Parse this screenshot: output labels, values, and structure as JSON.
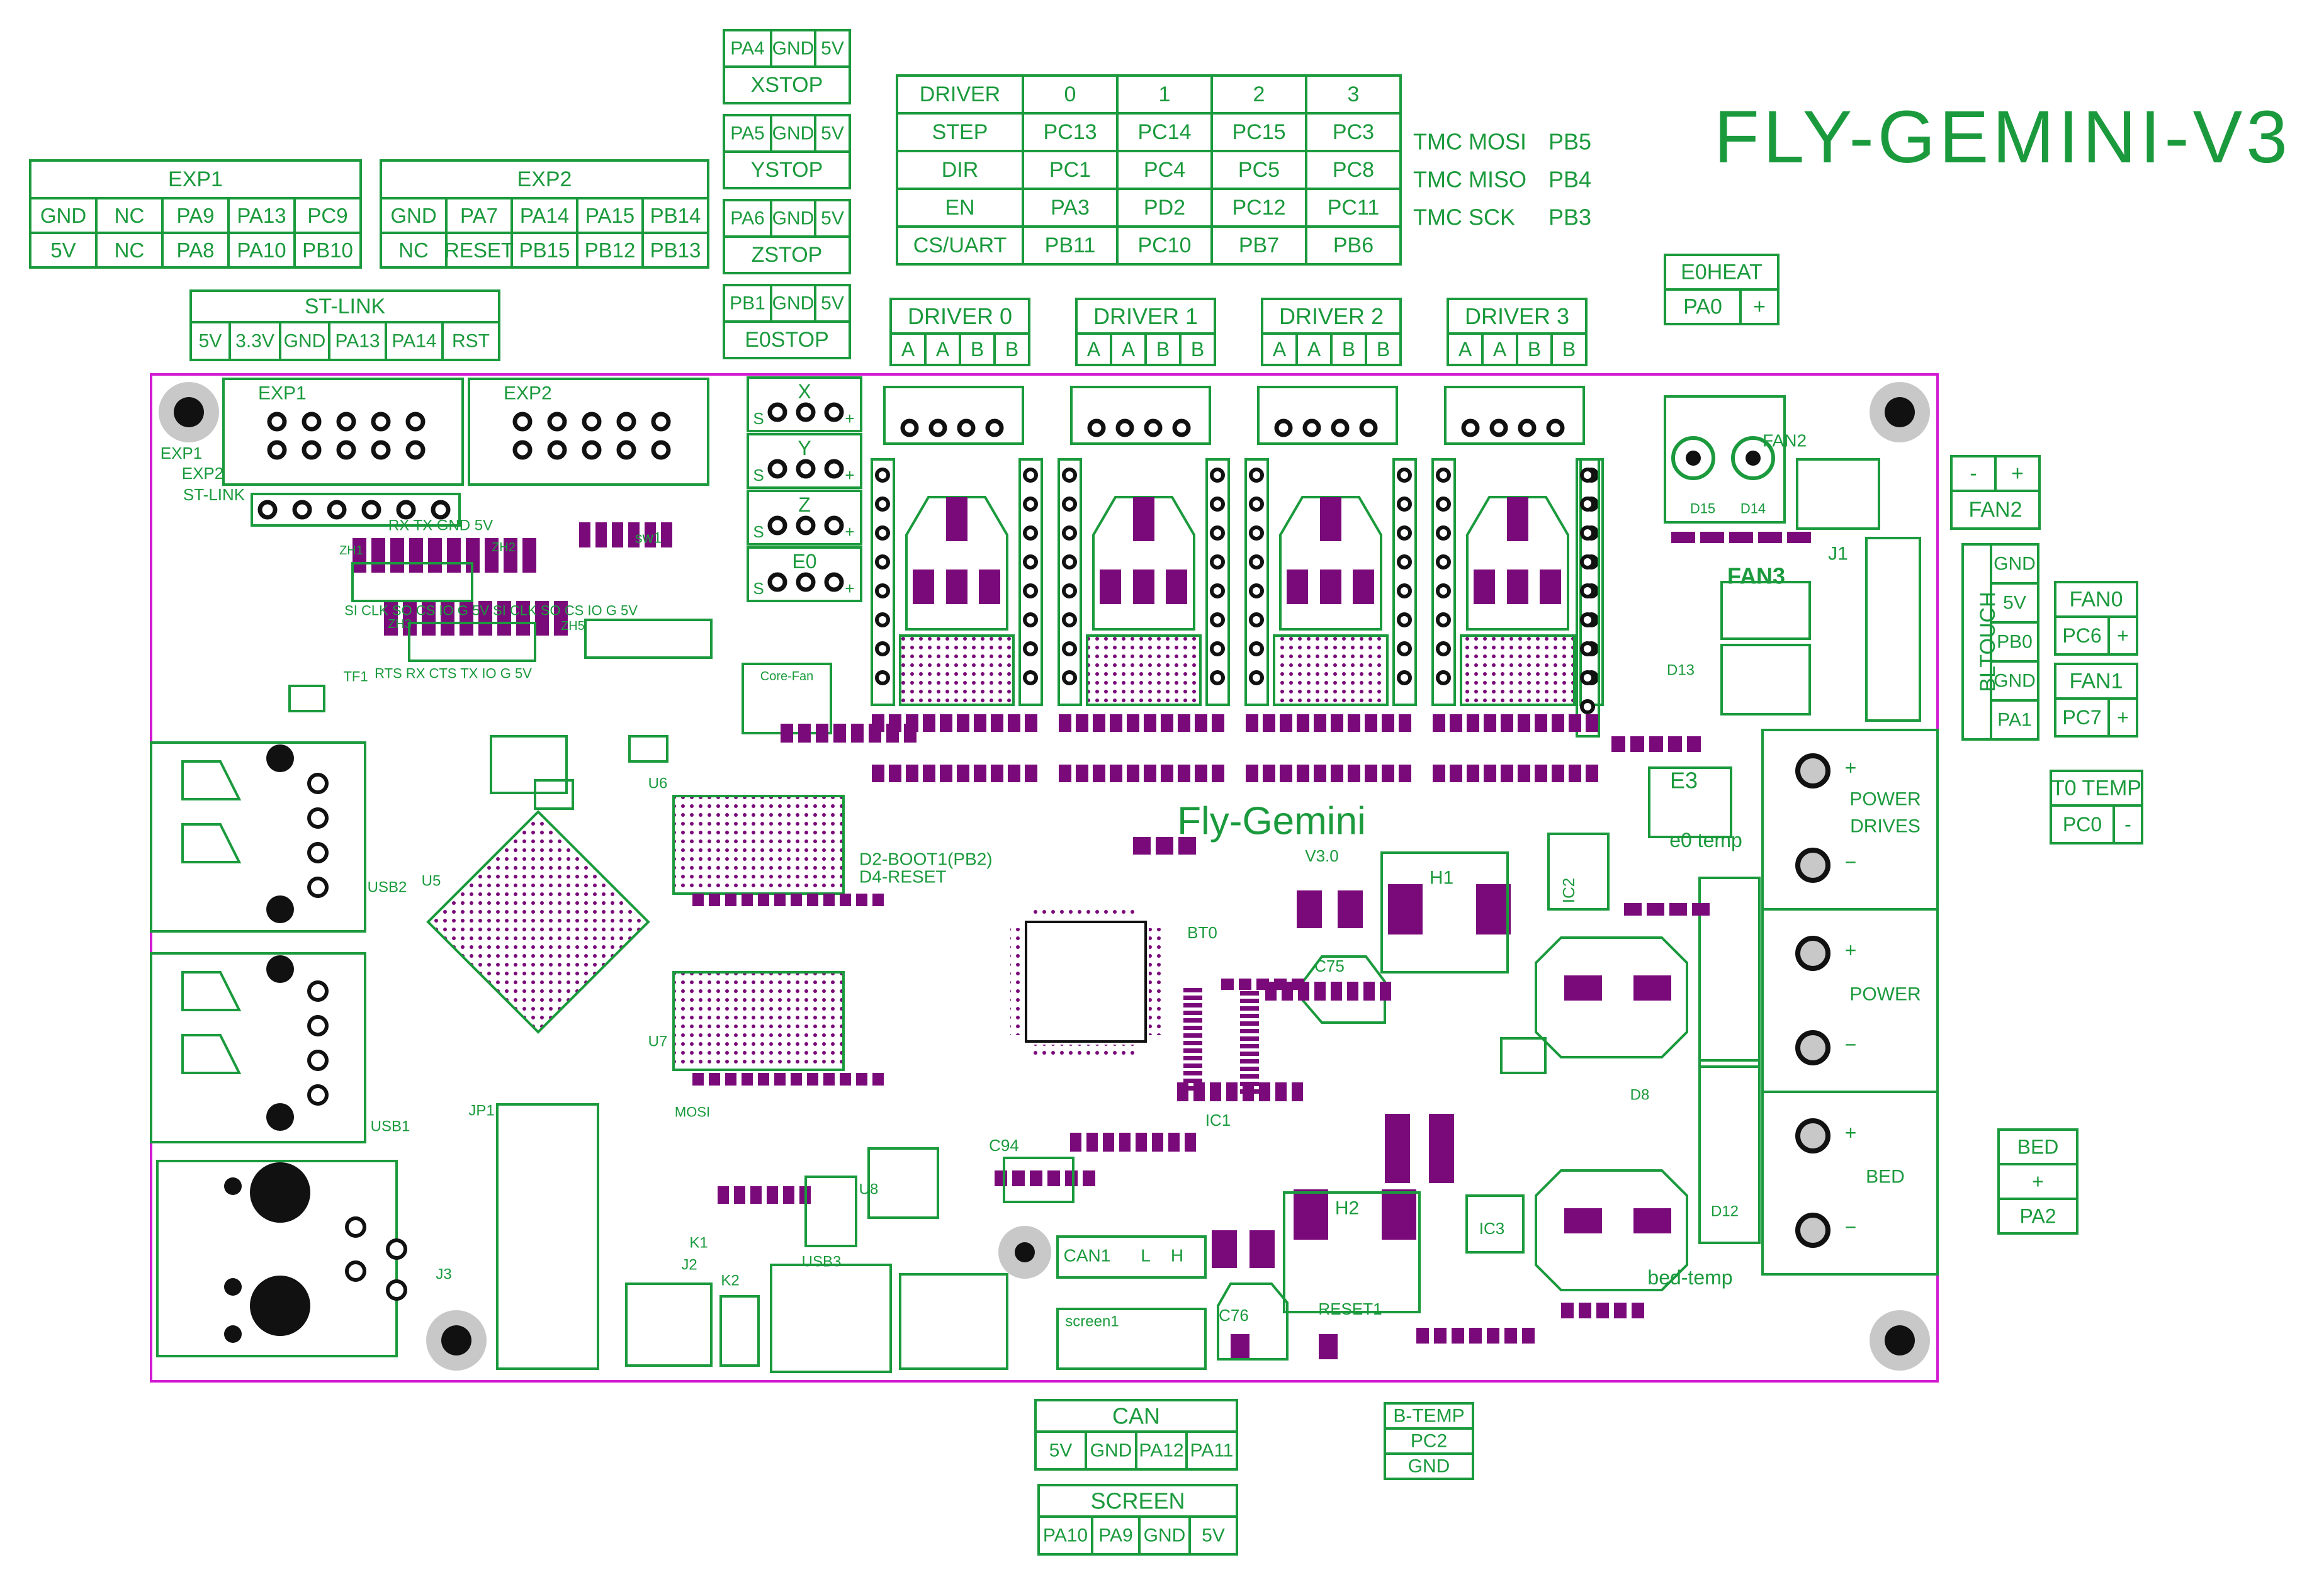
{
  "title": "FLY-GEMINI-V3",
  "colors": {
    "green": "#1a9a3c",
    "purple": "#7a0a7a",
    "board_outline": "#d21ad2",
    "pad_gray": "#c8c8c8",
    "black": "#111111"
  },
  "exp1": {
    "title": "EXP1",
    "rows": [
      [
        "GND",
        "NC",
        "PA9",
        "PA13",
        "PC9"
      ],
      [
        "5V",
        "NC",
        "PA8",
        "PA10",
        "PB10"
      ]
    ]
  },
  "exp2": {
    "title": "EXP2",
    "rows": [
      [
        "GND",
        "PA7",
        "PA14",
        "PA15",
        "PB14"
      ],
      [
        "NC",
        "RESET",
        "PB15",
        "PB12",
        "PB13"
      ]
    ]
  },
  "stlink": {
    "title": "ST-LINK",
    "pins": [
      "5V",
      "3.3V",
      "GND",
      "PA13",
      "PA14",
      "RST"
    ]
  },
  "endstops": [
    {
      "pins": [
        "PA4",
        "GND",
        "5V"
      ],
      "name": "XSTOP"
    },
    {
      "pins": [
        "PA5",
        "GND",
        "5V"
      ],
      "name": "YSTOP"
    },
    {
      "pins": [
        "PA6",
        "GND",
        "5V"
      ],
      "name": "ZSTOP"
    },
    {
      "pins": [
        "PB1",
        "GND",
        "5V"
      ],
      "name": "E0STOP"
    }
  ],
  "driver_table": {
    "header": [
      "DRIVER",
      "0",
      "1",
      "2",
      "3"
    ],
    "rows": [
      [
        "STEP",
        "PC13",
        "PC14",
        "PC15",
        "PC3"
      ],
      [
        "DIR",
        "PC1",
        "PC4",
        "PC5",
        "PC8"
      ],
      [
        "EN",
        "PA3",
        "PD2",
        "PC12",
        "PC11"
      ],
      [
        "CS/UART",
        "PB11",
        "PC10",
        "PB7",
        "PB6"
      ]
    ]
  },
  "tmc": [
    {
      "label": "TMC MOSI",
      "pin": "PB5"
    },
    {
      "label": "TMC MISO",
      "pin": "PB4"
    },
    {
      "label": "TMC SCK",
      "pin": "PB3"
    }
  ],
  "driver_boxes": [
    {
      "title": "DRIVER 0",
      "pins": [
        "A",
        "A",
        "B",
        "B"
      ]
    },
    {
      "title": "DRIVER 1",
      "pins": [
        "A",
        "A",
        "B",
        "B"
      ]
    },
    {
      "title": "DRIVER 2",
      "pins": [
        "A",
        "A",
        "B",
        "B"
      ]
    },
    {
      "title": "DRIVER 3",
      "pins": [
        "A",
        "A",
        "B",
        "B"
      ]
    }
  ],
  "e0heat": {
    "title": "E0HEAT",
    "pins": [
      "PA0",
      "+"
    ]
  },
  "fan2_box": {
    "pins": [
      "-",
      "+"
    ],
    "title": "FAN2"
  },
  "bltouch": {
    "title": "BLTOUCH",
    "pins": [
      "GND",
      "5V",
      "PB0",
      "GND",
      "PA1"
    ]
  },
  "fan0": {
    "title": "FAN0",
    "pins": [
      "PC6",
      "+"
    ]
  },
  "fan1": {
    "title": "FAN1",
    "pins": [
      "PC7",
      "+"
    ]
  },
  "t0temp": {
    "title": "T0 TEMP",
    "pins": [
      "PC0",
      "-"
    ]
  },
  "bed_box": {
    "title": "BED",
    "rows": [
      "+",
      "PA2"
    ]
  },
  "can_box": {
    "title": "CAN",
    "pins": [
      "5V",
      "GND",
      "PA12",
      "PA11"
    ]
  },
  "screen_box": {
    "title": "SCREEN",
    "pins": [
      "PA10",
      "PA9",
      "GND",
      "5V"
    ]
  },
  "btemp_box": {
    "title": "B-TEMP",
    "rows": [
      "PC2",
      "GND"
    ]
  },
  "board": {
    "silk_exp1": "EXP1",
    "silk_exp2": "EXP2",
    "silk_side": [
      "EXP1",
      "EXP2",
      "ST-LINK"
    ],
    "end_labels": [
      "X",
      "Y",
      "Z",
      "E0"
    ],
    "core_fan": "Core-Fan",
    "driver_letter_row": [
      "S",
      "+"
    ],
    "fan2": "FAN2",
    "fan3": "FAN3",
    "d15": "D15",
    "d14": "D14",
    "j1": "J1",
    "e3": "E3",
    "e0_temp": "e0 temp",
    "bed_temp": "bed-temp",
    "power_drives": [
      "POWER",
      "DRIVES"
    ],
    "power": "POWER",
    "bed": "BED",
    "plus": "+",
    "minus": "−",
    "fly_gemini": "Fly-Gemini",
    "v30": "V3.0",
    "boot": [
      "D2-BOOT1(PB2)",
      "D4-RESET"
    ],
    "bt0": "BT0",
    "h1": "H1",
    "h2": "H2",
    "ic1": "IC1",
    "ic2": "IC2",
    "ic3": "IC3",
    "c75": "C75",
    "c76": "C76",
    "c94": "C94",
    "reset1": "RESET1",
    "can1": [
      "CAN1",
      "L",
      "H"
    ],
    "screen1": "screen1",
    "usb1": "USB1",
    "usb2": "USB2",
    "usb3": "USB3",
    "jp1": "JP1",
    "j2": "J2",
    "j3": "J3",
    "k1": "K1",
    "k2": "K2",
    "sw1": "sw1",
    "u5": "U5",
    "u6": "U6",
    "u7": "U7",
    "u8": "U8",
    "mosi": "MOSI",
    "d12": "D12",
    "d13": "D13",
    "d8": "D8",
    "tf1": "TF1",
    "uart_silk": "RX TX GND 5V",
    "spi_silk": "SI CLK SO CS IO G 5V SI CLK SO CS IO G 5V",
    "rts_silk": "RTS RX CTS TX IO G 5V",
    "zh": [
      "ZH1",
      "ZH2",
      "ZH3",
      "ZH5"
    ]
  }
}
